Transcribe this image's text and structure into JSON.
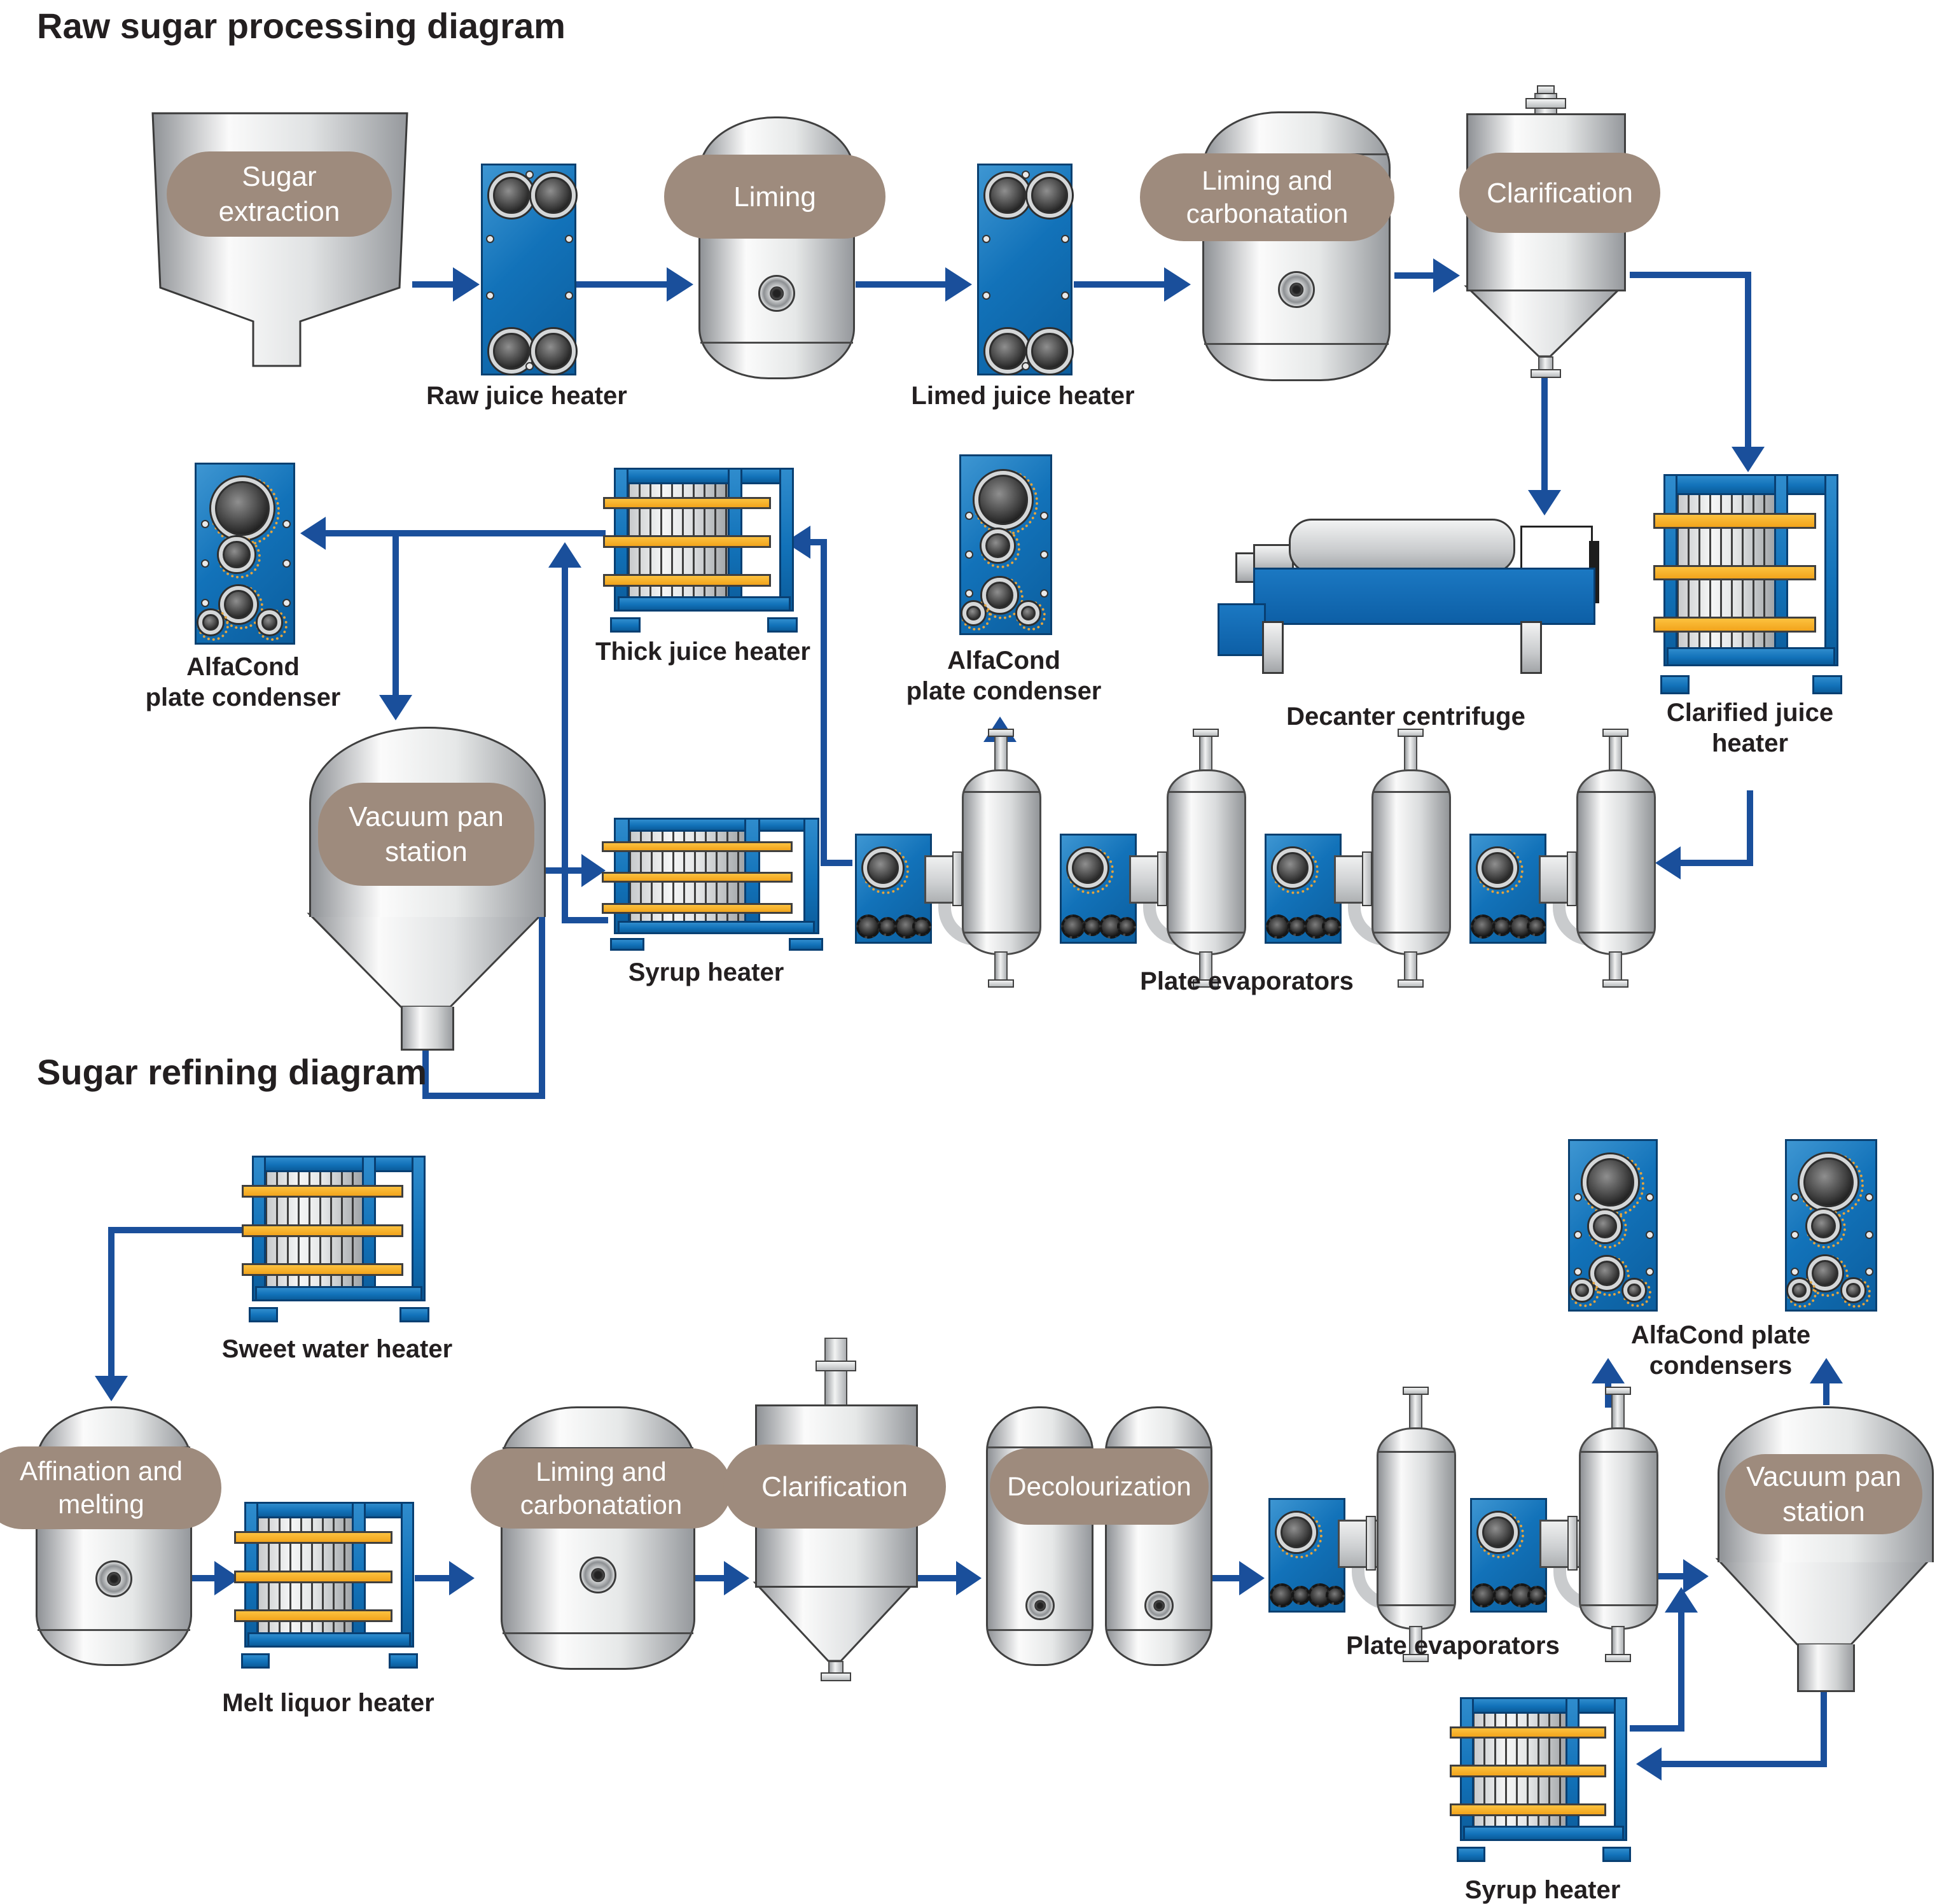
{
  "titles": {
    "top": "Raw sugar processing diagram",
    "bottom": "Sugar refining diagram"
  },
  "colors": {
    "line_blue": "#1A4F9B",
    "equipment_blue": "#1272B9",
    "frame_blue_dark": "#083F72",
    "bubble_brown": "#9E8B7D",
    "tie_bar_yellow": "#F6AE2D",
    "metal_gray": "#C9CBCD",
    "text": "#231F20"
  },
  "top": {
    "bubbles": {
      "extraction": "Sugar\nextraction",
      "liming": "Liming",
      "liming_carbonatation": "Liming and\ncarbonatation",
      "clarification": "Clarification",
      "vacuum_pan": "Vacuum pan\nstation"
    },
    "labels": {
      "raw_juice_heater": "Raw juice heater",
      "limed_juice_heater": "Limed juice heater",
      "alfacond_left": "AlfaCond\nplate condenser",
      "thick_juice_heater": "Thick juice heater",
      "alfacond_mid": "AlfaCond\nplate condenser",
      "decanter": "Decanter centrifuge",
      "clarified_juice_heater": "Clarified juice\nheater",
      "syrup_heater": "Syrup heater",
      "plate_evaporators": "Plate evaporators"
    }
  },
  "bottom": {
    "bubbles": {
      "affination": "Affination and\nmelting",
      "liming_carbonatation": "Liming and\ncarbonatation",
      "clarification": "Clarification",
      "decolourization": "Decolourization",
      "vacuum_pan": "Vacuum pan\nstation"
    },
    "labels": {
      "sweet_water_heater": "Sweet water heater",
      "melt_liquor_heater": "Melt liquor heater",
      "plate_evaporators": "Plate evaporators",
      "alfacond_condensers": "AlfaCond plate condensers",
      "syrup_heater": "Syrup heater"
    }
  }
}
